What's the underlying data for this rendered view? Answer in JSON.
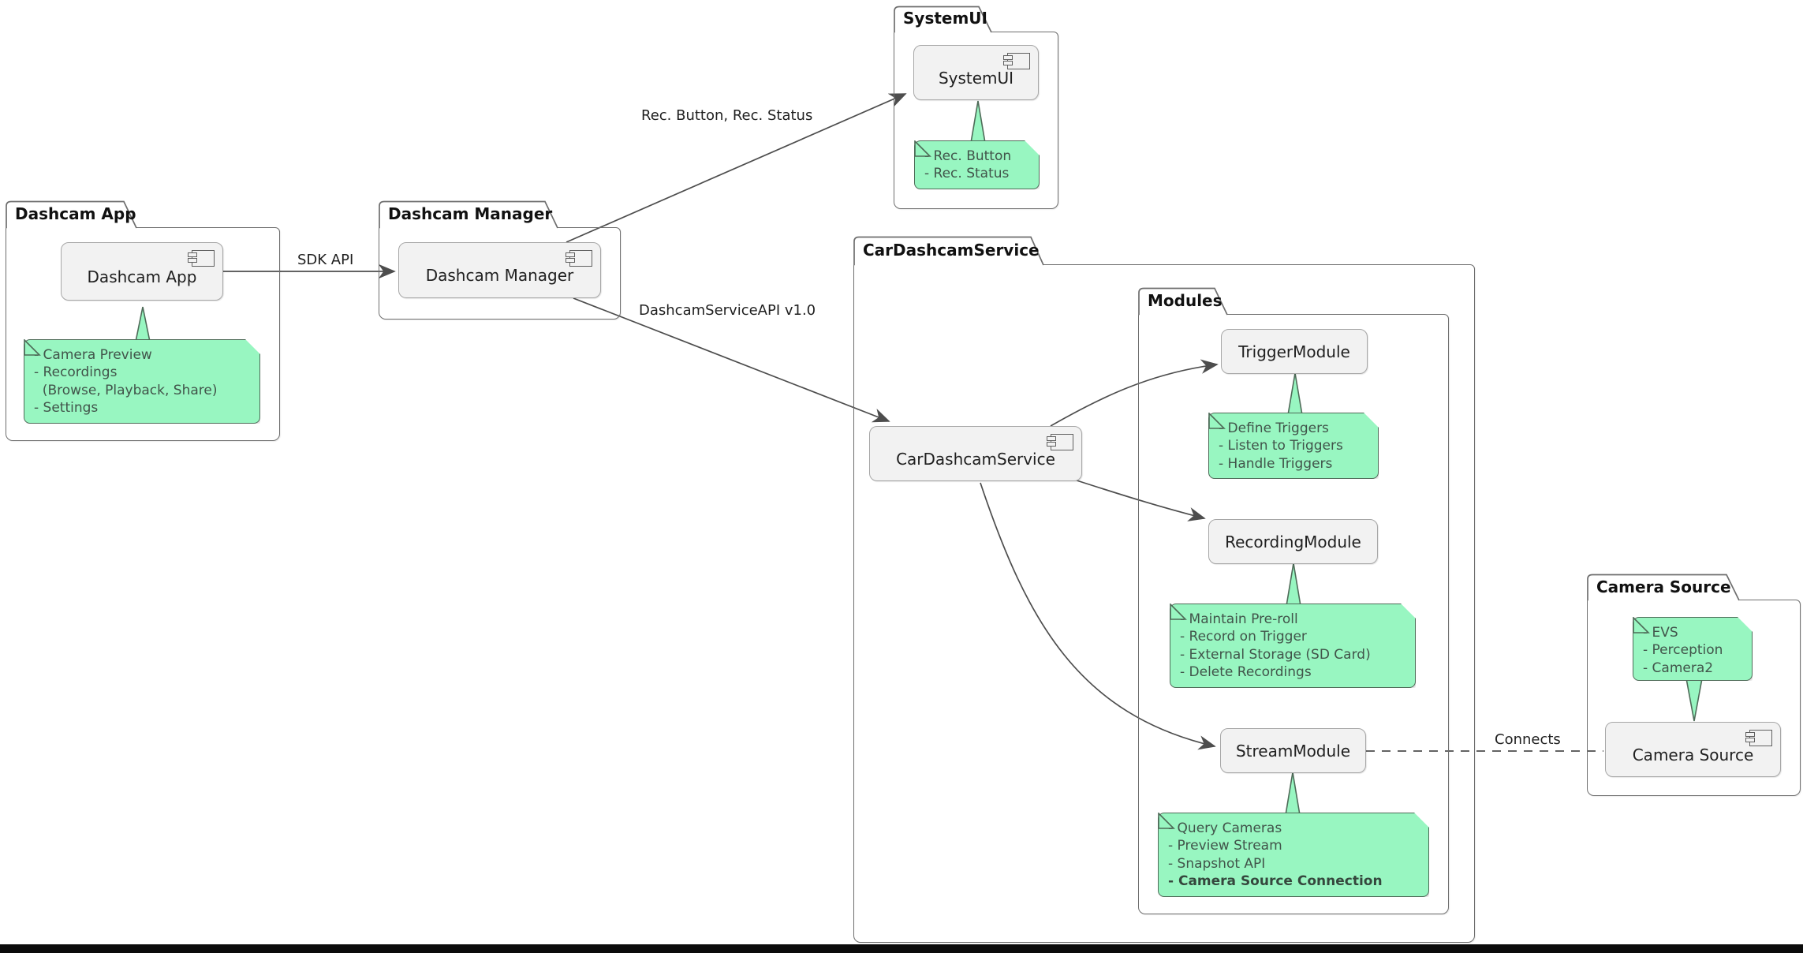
{
  "colors": {
    "note_fill": "#98F6C1",
    "note_border": "#4E6B58",
    "note_text": "#41544A",
    "component_fill": "#F2F2F2",
    "component_border": "#A7A7A7",
    "package_border": "#6E6E6E",
    "line_color": "#4D4D4D"
  },
  "packages": {
    "dashcam_app": {
      "title": "Dashcam App"
    },
    "dashcam_manager": {
      "title": "Dashcam Manager"
    },
    "systemui": {
      "title": "SystemUI"
    },
    "car_dashcam_service": {
      "title": "CarDashcamService"
    },
    "modules": {
      "title": "Modules"
    },
    "camera_source": {
      "title": "Camera Source"
    }
  },
  "components": {
    "dashcam_app": "Dashcam App",
    "dashcam_manager": "Dashcam Manager",
    "systemui": "SystemUI",
    "car_dashcam_service": "CarDashcamService",
    "trigger_module": "TriggerModule",
    "recording_module": "RecordingModule",
    "stream_module": "StreamModule",
    "camera_source": "Camera Source"
  },
  "notes": {
    "dashcam_app": [
      "- Camera Preview",
      "- Recordings",
      "  (Browse, Playback, Share)",
      "- Settings"
    ],
    "systemui": [
      "- Rec. Button",
      "- Rec. Status"
    ],
    "trigger_module": [
      "- Define Triggers",
      "- Listen to Triggers",
      "- Handle Triggers"
    ],
    "recording_module": [
      "- Maintain Pre-roll",
      "- Record on Trigger",
      "- External Storage (SD Card)",
      "- Delete Recordings"
    ],
    "stream_module": [
      "- Query Cameras",
      "- Preview Stream",
      "- Snapshot API",
      "- Camera Source Connection"
    ],
    "camera_source": [
      "- EVS",
      "- Perception",
      "- Camera2"
    ]
  },
  "edge_labels": {
    "sdk_api": "SDK API",
    "rec_button_status": "Rec. Button, Rec. Status",
    "dashcam_service_api": "DashcamServiceAPI v1.0",
    "connects": "Connects"
  }
}
